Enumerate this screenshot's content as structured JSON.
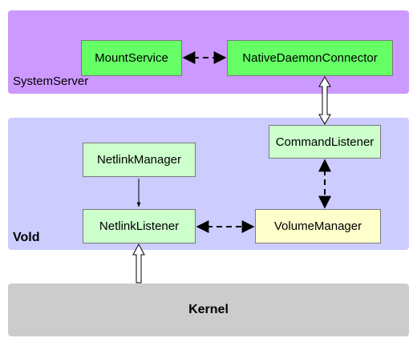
{
  "layers": {
    "system_server": {
      "label": "SystemServer",
      "color": "#cc99ff"
    },
    "vold": {
      "label": "Vold",
      "color": "#ccccff"
    },
    "kernel": {
      "label": "Kernel",
      "color": "#cccccc"
    }
  },
  "components": {
    "mount_service": {
      "label": "MountService",
      "color": "#66ff66"
    },
    "native_daemon_connector": {
      "label": "NativeDaemonConnector",
      "color": "#66ff66"
    },
    "command_listener": {
      "label": "CommandListener",
      "color": "#ccffcc"
    },
    "netlink_manager": {
      "label": "NetlinkManager",
      "color": "#ccffcc"
    },
    "netlink_listener": {
      "label": "NetlinkListener",
      "color": "#ccffcc"
    },
    "volume_manager": {
      "label": "VolumeManager",
      "color": "#ffffcc"
    }
  }
}
